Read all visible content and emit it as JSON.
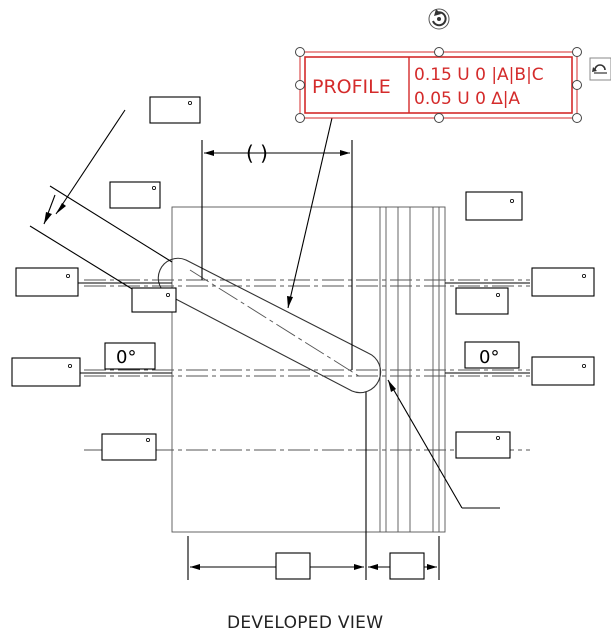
{
  "drawing": {
    "view_caption": "DEVELOPED VIEW",
    "angle_labels": {
      "left": "0°",
      "right": "0°"
    },
    "dimension_parens": "(   )"
  },
  "fcf": {
    "characteristic": "PROFILE",
    "row1": "0.15 U 0 |A|B|C",
    "row2": "0.05 U 0 ∆|A"
  },
  "icons": {
    "rotate": "rotate-icon",
    "side_tool": "undo-arrow-icon"
  },
  "colors": {
    "fcf_red": "#d42b2b",
    "ink": "#000000"
  }
}
